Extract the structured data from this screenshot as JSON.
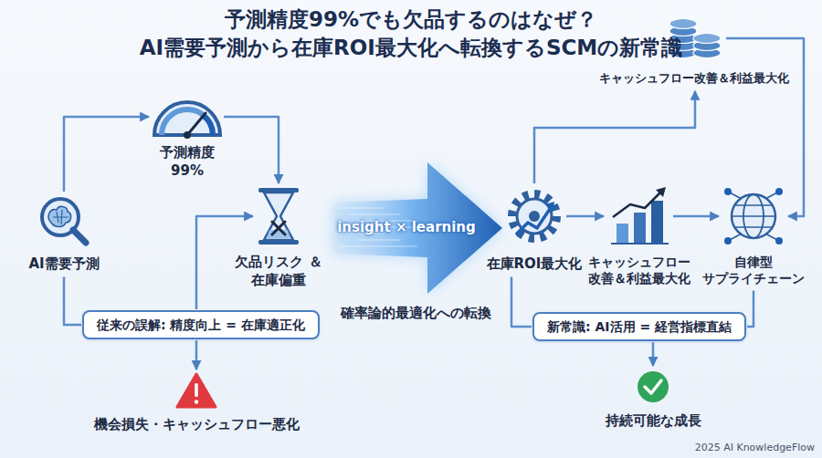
{
  "diagram": {
    "title": "予測精度99%でも欠品するのはなぜ？ AI需要予測から在庫ROI最大化へ転換するSCMの新常識",
    "nodes": [
      {
        "text": [
          "AI需要予測"
        ]
      },
      {
        "text": [
          "予測精度 99%"
        ]
      },
      {
        "text": [
          "欠品リスク ＆在庫偏重"
        ]
      },
      {
        "text": [
          "従来の誤解: 精度向上 = 在庫適正化"
        ]
      },
      {
        "text": [
          "機会損失・キャッシュフロー悪化"
        ]
      },
      {
        "text": [
          "在庫ROI最大化"
        ]
      },
      {
        "text": [
          "キャッシュフロー改善＆利益最大化"
        ]
      },
      {
        "text": [
          "キャッシュフロー 改善＆利益最大化"
        ]
      },
      {
        "text": [
          "自律型 サプライチェーン"
        ]
      },
      {
        "text": [
          "新常識: AI活用 = 経営指標直結"
        ]
      },
      {
        "text": [
          "持続可能な成長"
        ]
      }
    ],
    "edges": [
      {
        "from": 0,
        "to": 1,
        "arrow": "to"
      },
      {
        "from": 1,
        "to": 2,
        "arrow": "to"
      },
      {
        "from": 3,
        "to": 2,
        "arrow": "to"
      },
      {
        "from": 0,
        "to": 3,
        "arrow": "none"
      },
      {
        "from": 3,
        "to": 4,
        "arrow": "to"
      },
      {
        "from": 5,
        "to": 6,
        "arrow": "to"
      },
      {
        "from": 6,
        "to": 8,
        "arrow": "to"
      },
      {
        "from": 5,
        "to": 7,
        "arrow": "to"
      },
      {
        "from": 7,
        "to": 8,
        "arrow": "to"
      },
      {
        "from": 5,
        "to": 9,
        "arrow": "none"
      },
      {
        "from": 8,
        "to": 9,
        "arrow": "none"
      },
      {
        "from": 9,
        "to": 10,
        "arrow": "to"
      }
    ],
    "labels": [
      "insight × learning",
      "確率論的最適化への転換",
      "2025 AI KnowledgeFlow"
    ]
  }
}
